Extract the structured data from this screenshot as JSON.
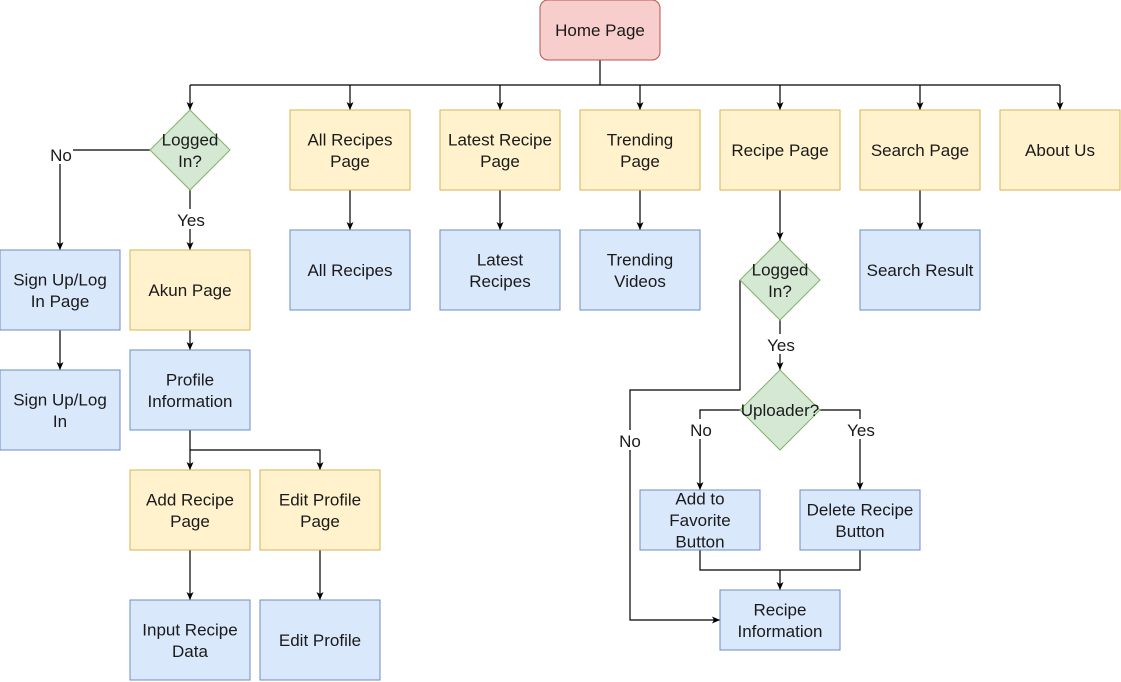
{
  "colors": {
    "red_fill": "#f8cecc",
    "red_stroke": "#b85450",
    "yellow_fill": "#fff2cc",
    "yellow_stroke": "#d6b656",
    "blue_fill": "#dae8fc",
    "blue_stroke": "#6c8ebf",
    "green_fill": "#d5e8d4",
    "green_stroke": "#82b366",
    "edge": "#000000"
  },
  "nodes": [
    {
      "id": "home",
      "lines": [
        "Home Page"
      ],
      "style": "red"
    },
    {
      "id": "logged1",
      "lines": [
        "Logged",
        "In?"
      ],
      "style": "green"
    },
    {
      "id": "allrecipespage",
      "lines": [
        "All Recipes",
        "Page"
      ],
      "style": "yellow"
    },
    {
      "id": "latestpage",
      "lines": [
        "Latest Recipe",
        "Page"
      ],
      "style": "yellow"
    },
    {
      "id": "trendingpage",
      "lines": [
        "Trending",
        "Page"
      ],
      "style": "yellow"
    },
    {
      "id": "recipepage",
      "lines": [
        "Recipe Page"
      ],
      "style": "yellow"
    },
    {
      "id": "searchpage",
      "lines": [
        "Search Page"
      ],
      "style": "yellow"
    },
    {
      "id": "aboutus",
      "lines": [
        "About Us"
      ],
      "style": "yellow"
    },
    {
      "id": "signuppage",
      "lines": [
        "Sign Up/Log",
        "In Page"
      ],
      "style": "blue"
    },
    {
      "id": "signup",
      "lines": [
        "Sign Up/Log",
        "In"
      ],
      "style": "blue"
    },
    {
      "id": "akun",
      "lines": [
        "Akun Page"
      ],
      "style": "yellow"
    },
    {
      "id": "profile",
      "lines": [
        "Profile",
        "Information"
      ],
      "style": "blue"
    },
    {
      "id": "addrecipepage",
      "lines": [
        "Add Recipe",
        "Page"
      ],
      "style": "yellow"
    },
    {
      "id": "editprofilepage",
      "lines": [
        "Edit Profile",
        "Page"
      ],
      "style": "yellow"
    },
    {
      "id": "inputrecipe",
      "lines": [
        "Input Recipe",
        "Data"
      ],
      "style": "blue"
    },
    {
      "id": "editprofile",
      "lines": [
        "Edit Profile"
      ],
      "style": "blue"
    },
    {
      "id": "allrecipes",
      "lines": [
        "All Recipes"
      ],
      "style": "blue"
    },
    {
      "id": "latestrecipes",
      "lines": [
        "Latest",
        "Recipes"
      ],
      "style": "blue"
    },
    {
      "id": "trendingvideos",
      "lines": [
        "Trending",
        "Videos"
      ],
      "style": "blue"
    },
    {
      "id": "searchresult",
      "lines": [
        "Search Result"
      ],
      "style": "blue"
    },
    {
      "id": "logged2",
      "lines": [
        "Logged",
        "In?"
      ],
      "style": "green"
    },
    {
      "id": "uploader",
      "lines": [
        "Uploader?"
      ],
      "style": "green"
    },
    {
      "id": "addfav",
      "lines": [
        "Add to",
        "Favorite",
        "Button"
      ],
      "style": "blue"
    },
    {
      "id": "deleterecipe",
      "lines": [
        "Delete Recipe",
        "Button"
      ],
      "style": "blue"
    },
    {
      "id": "recipeinfo",
      "lines": [
        "Recipe",
        "Information"
      ],
      "style": "blue"
    }
  ],
  "edge_labels": [
    {
      "id": "no1",
      "text": "No"
    },
    {
      "id": "yes1",
      "text": "Yes"
    },
    {
      "id": "yes2",
      "text": "Yes"
    },
    {
      "id": "no2",
      "text": "No"
    },
    {
      "id": "no3",
      "text": "No"
    },
    {
      "id": "yes3",
      "text": "Yes"
    }
  ]
}
